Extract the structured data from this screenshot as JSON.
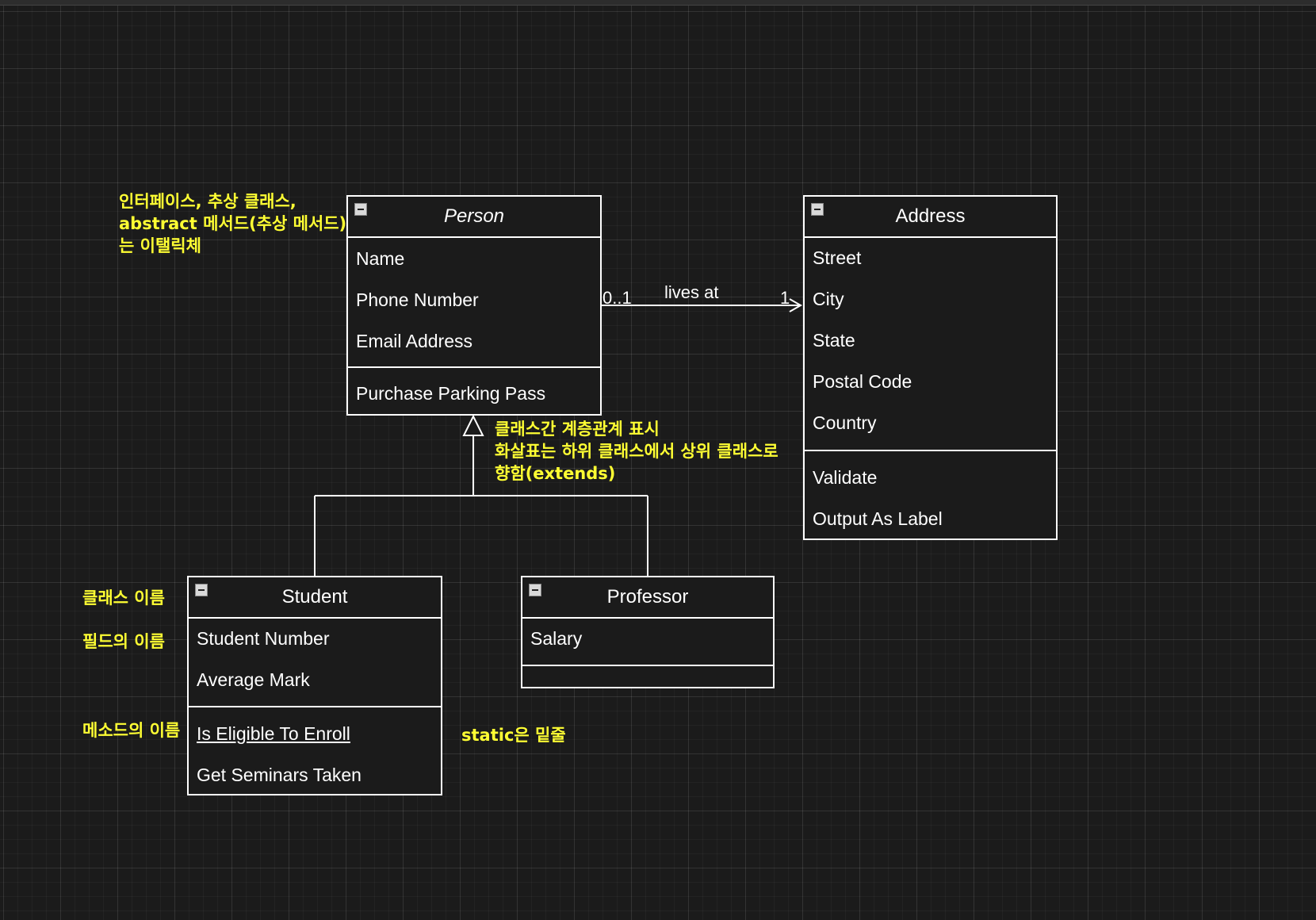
{
  "notes": {
    "abstract_italic": "인터페이스, 추상 클래스,\nabstract 메서드(추상 메서드)\n는 이탤릭체",
    "hierarchy": "클래스간 계층관계 표시\n화살표는 하위 클래스에서 상위 클래스로\n향함(extends)",
    "class_name": "클래스 이름",
    "field_name": "필드의 이름",
    "method_name": "메소드의 이름",
    "static_underline": "static은 밑줄"
  },
  "person": {
    "name": "Person",
    "fields": [
      "Name",
      "Phone Number",
      "Email Address"
    ],
    "methods": [
      "Purchase Parking Pass"
    ]
  },
  "address": {
    "name": "Address",
    "fields": [
      "Street",
      "City",
      "State",
      "Postal Code",
      "Country"
    ],
    "methods": [
      "Validate",
      "Output As Label"
    ]
  },
  "student": {
    "name": "Student",
    "fields": [
      "Student Number",
      "Average Mark"
    ],
    "methods": [
      "Is Eligible To Enroll",
      "Get Seminars Taken"
    ]
  },
  "professor": {
    "name": "Professor",
    "fields": [
      "Salary"
    ],
    "methods": []
  },
  "association": {
    "label": "lives at",
    "source_multiplicity": "0..1",
    "target_multiplicity": "1"
  },
  "colors": {
    "note_text": "#ffff33",
    "line": "#ffffff",
    "background": "#1b1b1b"
  }
}
